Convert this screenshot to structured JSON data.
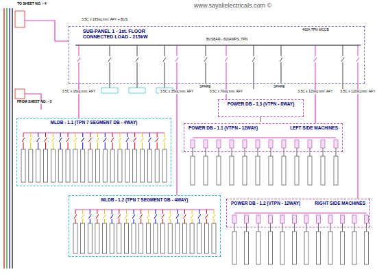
{
  "diagram": {
    "nodes": [
      {
        "text": [
          "SUB-PANEL 1 - 1st. FLOOR",
          "CONNECTED LOAD - 215kW"
        ]
      },
      {
        "text": [
          "MLDB - 1.1 (TPN 7 SEGMENT DB - 4WAY)"
        ]
      },
      {
        "text": [
          "POWER DB - 1.3 (VTPN - 8WAY)"
        ]
      },
      {
        "text": [
          "POWER DB - 1.1 (VTPN - 12WAY)",
          "LEFT SIDE MACHINES"
        ]
      },
      {
        "text": [
          "MLDB - 1.2 (TPN 7 SEGMENT DB - 4WAY)"
        ]
      },
      {
        "text": [
          "POWER DB - 1.2 (VTPN - 12WAY)",
          "RIGHT SIDE MACHINES"
        ]
      }
    ],
    "edges": [
      {
        "from": 0,
        "to": 1,
        "arrow": "none",
        "label": "3.5C x 16sq.mm. AFY"
      },
      {
        "from": 0,
        "to": 4,
        "arrow": "none",
        "label": "3.5C x 35sq.mm. AFY"
      },
      {
        "from": 0,
        "to": 2,
        "arrow": "none",
        "label": "3.5C x 70sq.mm. AFY"
      },
      {
        "from": 0,
        "to": 3,
        "arrow": "none",
        "label": "3.5C x 120sq.mm. AFY"
      },
      {
        "from": 0,
        "to": 5,
        "arrow": "none",
        "label": "3.5C x 120sq.mm. AFY"
      }
    ],
    "labels": [
      "www.sayalielectricals.com ©",
      "TO SHEET NO. - 4",
      "FROM SHEET NO. - 3",
      "BUSBAR - 600AMPS, TPN",
      "3.5C x 185sq.mm. AFY + BUS",
      "400A TPN MCCB",
      "SPARE",
      "SPARE"
    ]
  }
}
